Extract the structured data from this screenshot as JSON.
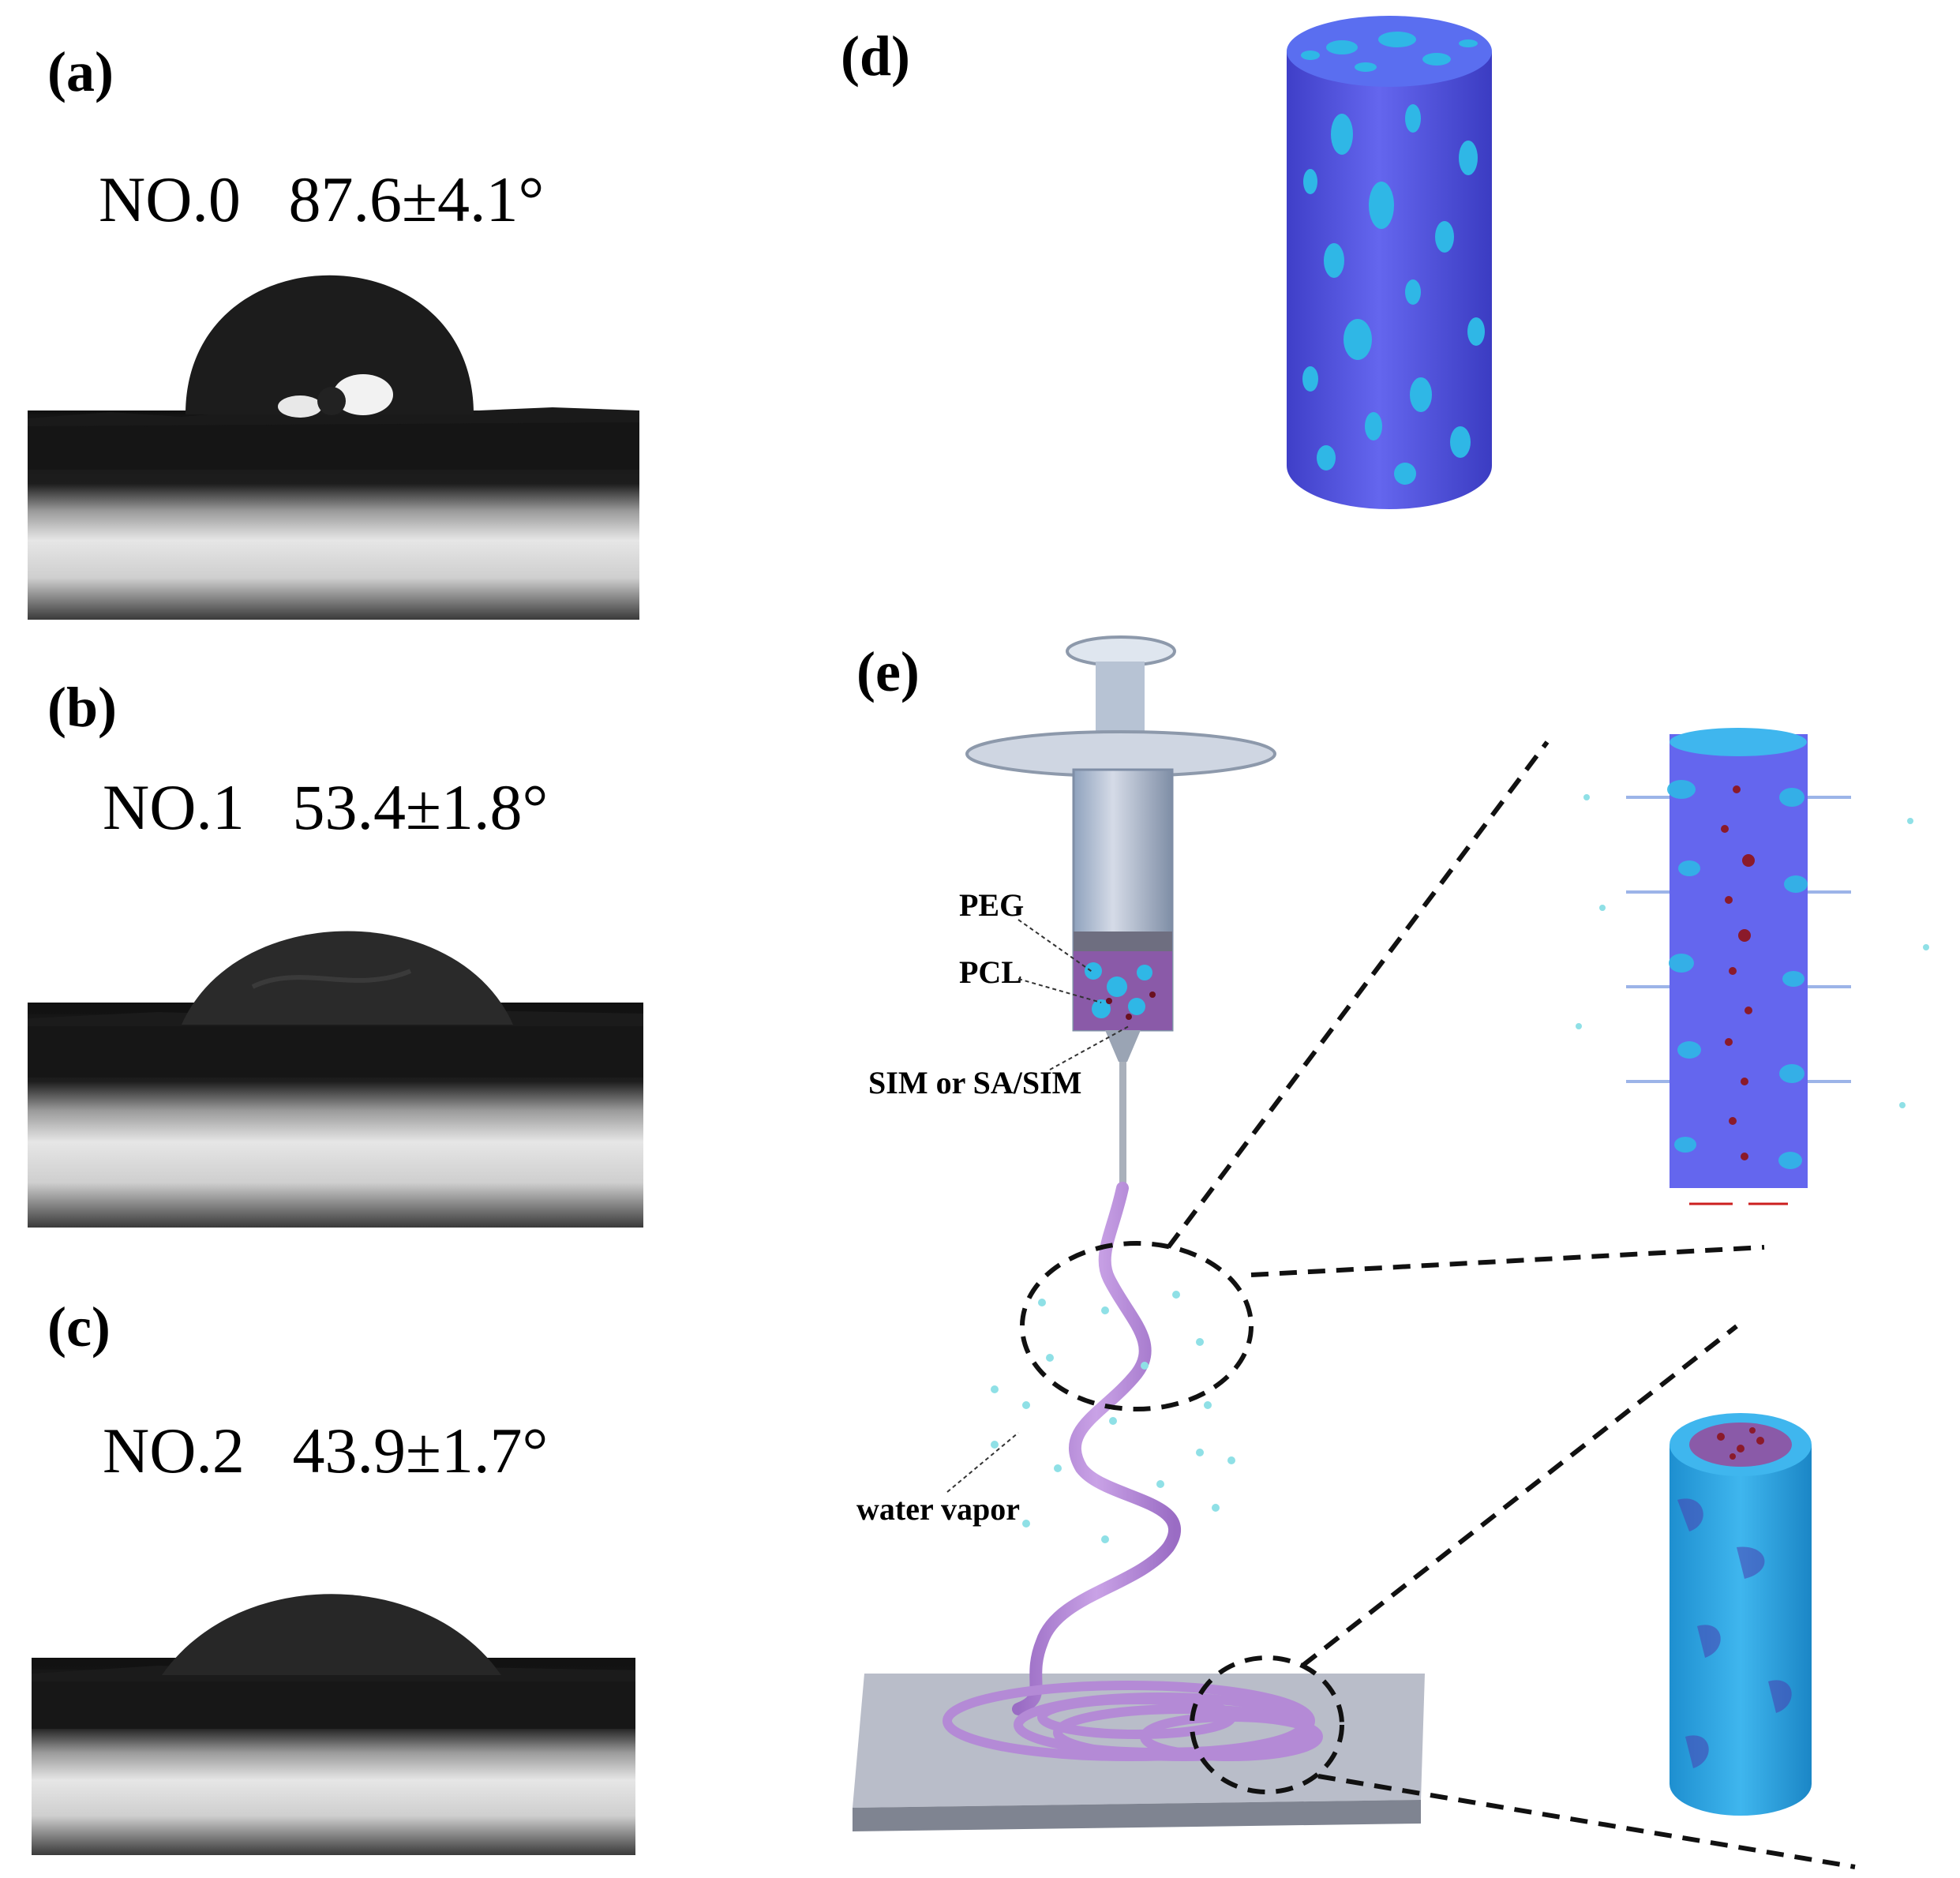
{
  "panels": {
    "a": {
      "label": "(a)",
      "sample": "NO.0",
      "angle_text": "87.6±4.1°"
    },
    "b": {
      "label": "(b)",
      "sample": "NO.1",
      "angle_text": "53.4±1.8°"
    },
    "c": {
      "label": "(c)",
      "sample": "NO.2",
      "angle_text": "43.9±1.7°"
    },
    "d": {
      "label": "(d)"
    },
    "e": {
      "label": "(e)",
      "callouts": {
        "peg": "PEG",
        "pcl": "PCL",
        "drug": "SIM or SA/SIM",
        "vapor": "water vapor"
      }
    }
  },
  "colors": {
    "fiber_body": "#5a5ce6",
    "pore_blue": "#2fb7e6",
    "core_dots": "#8b1a2a",
    "jet_purple": "#b48ad6",
    "collector": "#b9bdc9"
  }
}
